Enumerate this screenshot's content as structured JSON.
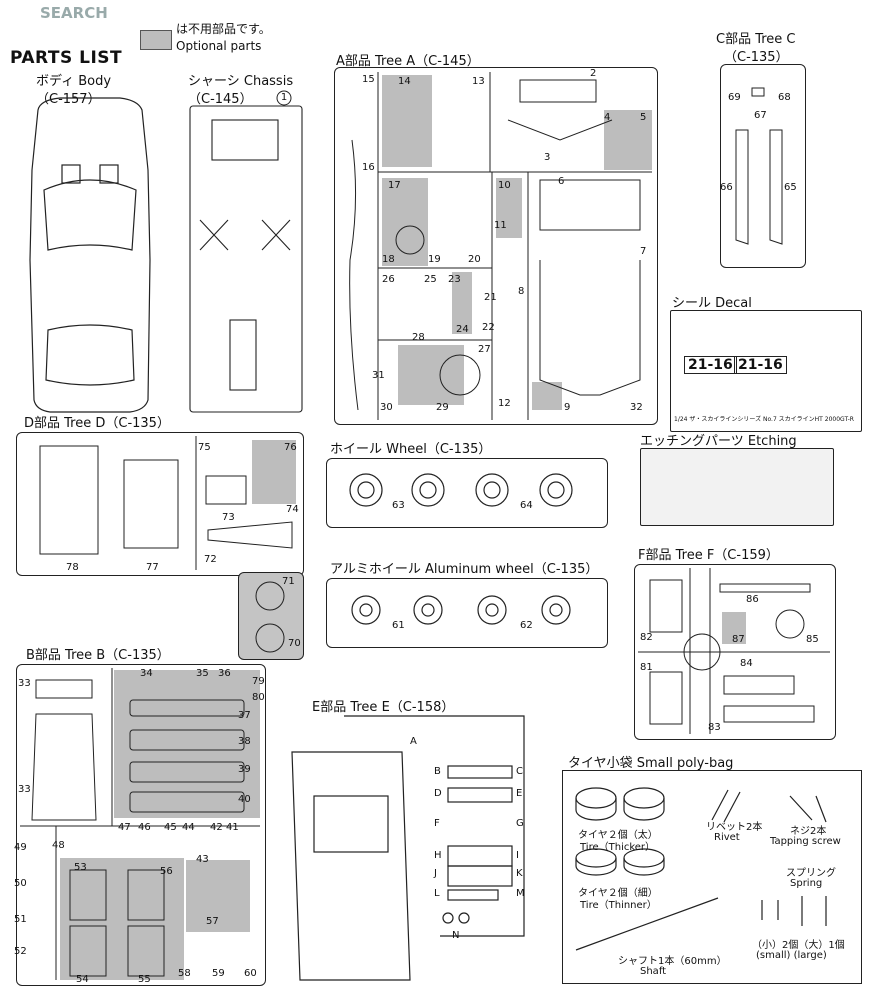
{
  "watermark": "SEARCH",
  "header": {
    "title": "PARTS LIST",
    "legend_jp": "は不用部品です。",
    "legend_en": "Optional parts"
  },
  "sections": {
    "body": {
      "title": "ボディ Body",
      "code": "（C-157）"
    },
    "chassis": {
      "title": "シャーシ Chassis",
      "code": "（C-145）",
      "parts": [
        "1"
      ]
    },
    "tree_a": {
      "title": "A部品 Tree A（C-145）",
      "parts": [
        "2",
        "3",
        "4",
        "5",
        "6",
        "7",
        "8",
        "9",
        "10",
        "11",
        "12",
        "13",
        "14",
        "15",
        "16",
        "17",
        "18",
        "19",
        "20",
        "21",
        "22",
        "23",
        "24",
        "25",
        "26",
        "27",
        "28",
        "29",
        "30",
        "31",
        "32"
      ]
    },
    "tree_c": {
      "title": "C部品  Tree C",
      "code": "（C-135）",
      "parts": [
        "65",
        "66",
        "67",
        "68",
        "69"
      ]
    },
    "decal": {
      "title": "シール Decal",
      "plate1": "21-16",
      "plate2": "21-16",
      "caption": "1/24 ザ・スカイラインシリーズ No.7 スカイラインHT 2000GT-R"
    },
    "tree_d": {
      "title": "D部品 Tree D（C-135）",
      "parts": [
        "70",
        "71",
        "72",
        "73",
        "74",
        "75",
        "76",
        "77",
        "78"
      ]
    },
    "wheel": {
      "title": "ホイール Wheel（C-135）",
      "parts": [
        "63",
        "64"
      ]
    },
    "etching": {
      "title": "エッチングパーツ Etching"
    },
    "alu_wheel": {
      "title": "アルミホイール Aluminum wheel（C-135）",
      "parts": [
        "61",
        "62"
      ]
    },
    "tree_f": {
      "title": "F部品 Tree F（C-159）",
      "parts": [
        "81",
        "82",
        "83",
        "84",
        "85",
        "86",
        "87"
      ]
    },
    "tree_b": {
      "title": "B部品 Tree B（C-135）",
      "parts": [
        "33",
        "34",
        "35",
        "36",
        "37",
        "38",
        "39",
        "40",
        "41",
        "42",
        "43",
        "44",
        "45",
        "46",
        "47",
        "48",
        "49",
        "50",
        "51",
        "52",
        "53",
        "54",
        "55",
        "56",
        "57",
        "58",
        "59",
        "60",
        "79",
        "80"
      ]
    },
    "tree_e": {
      "title": "E部品 Tree E（C-158）",
      "letters": [
        "A",
        "B",
        "C",
        "D",
        "E",
        "F",
        "G",
        "H",
        "I",
        "J",
        "K",
        "L",
        "M",
        "N"
      ]
    },
    "polybag": {
      "title": "タイヤ小袋 Small poly-bag",
      "tire_thick_jp": "タイヤ２個（太）",
      "tire_thick_en": "Tire（Thicker）",
      "rivet_jp": "リベット2本",
      "rivet_en": "Rivet",
      "screw_jp": "ネジ2本",
      "screw_en": "Tapping screw",
      "tire_thin_jp": "タイヤ２個（細）",
      "tire_thin_en": "Tire（Thinner）",
      "spring_jp": "スプリング",
      "spring_en": "Spring",
      "shaft_jp": "シャフト1本（60mm）",
      "shaft_en": "Shaft",
      "spring_count_jp": "（小）2個（大）1個",
      "spring_count_en": "(small) (large)"
    }
  }
}
